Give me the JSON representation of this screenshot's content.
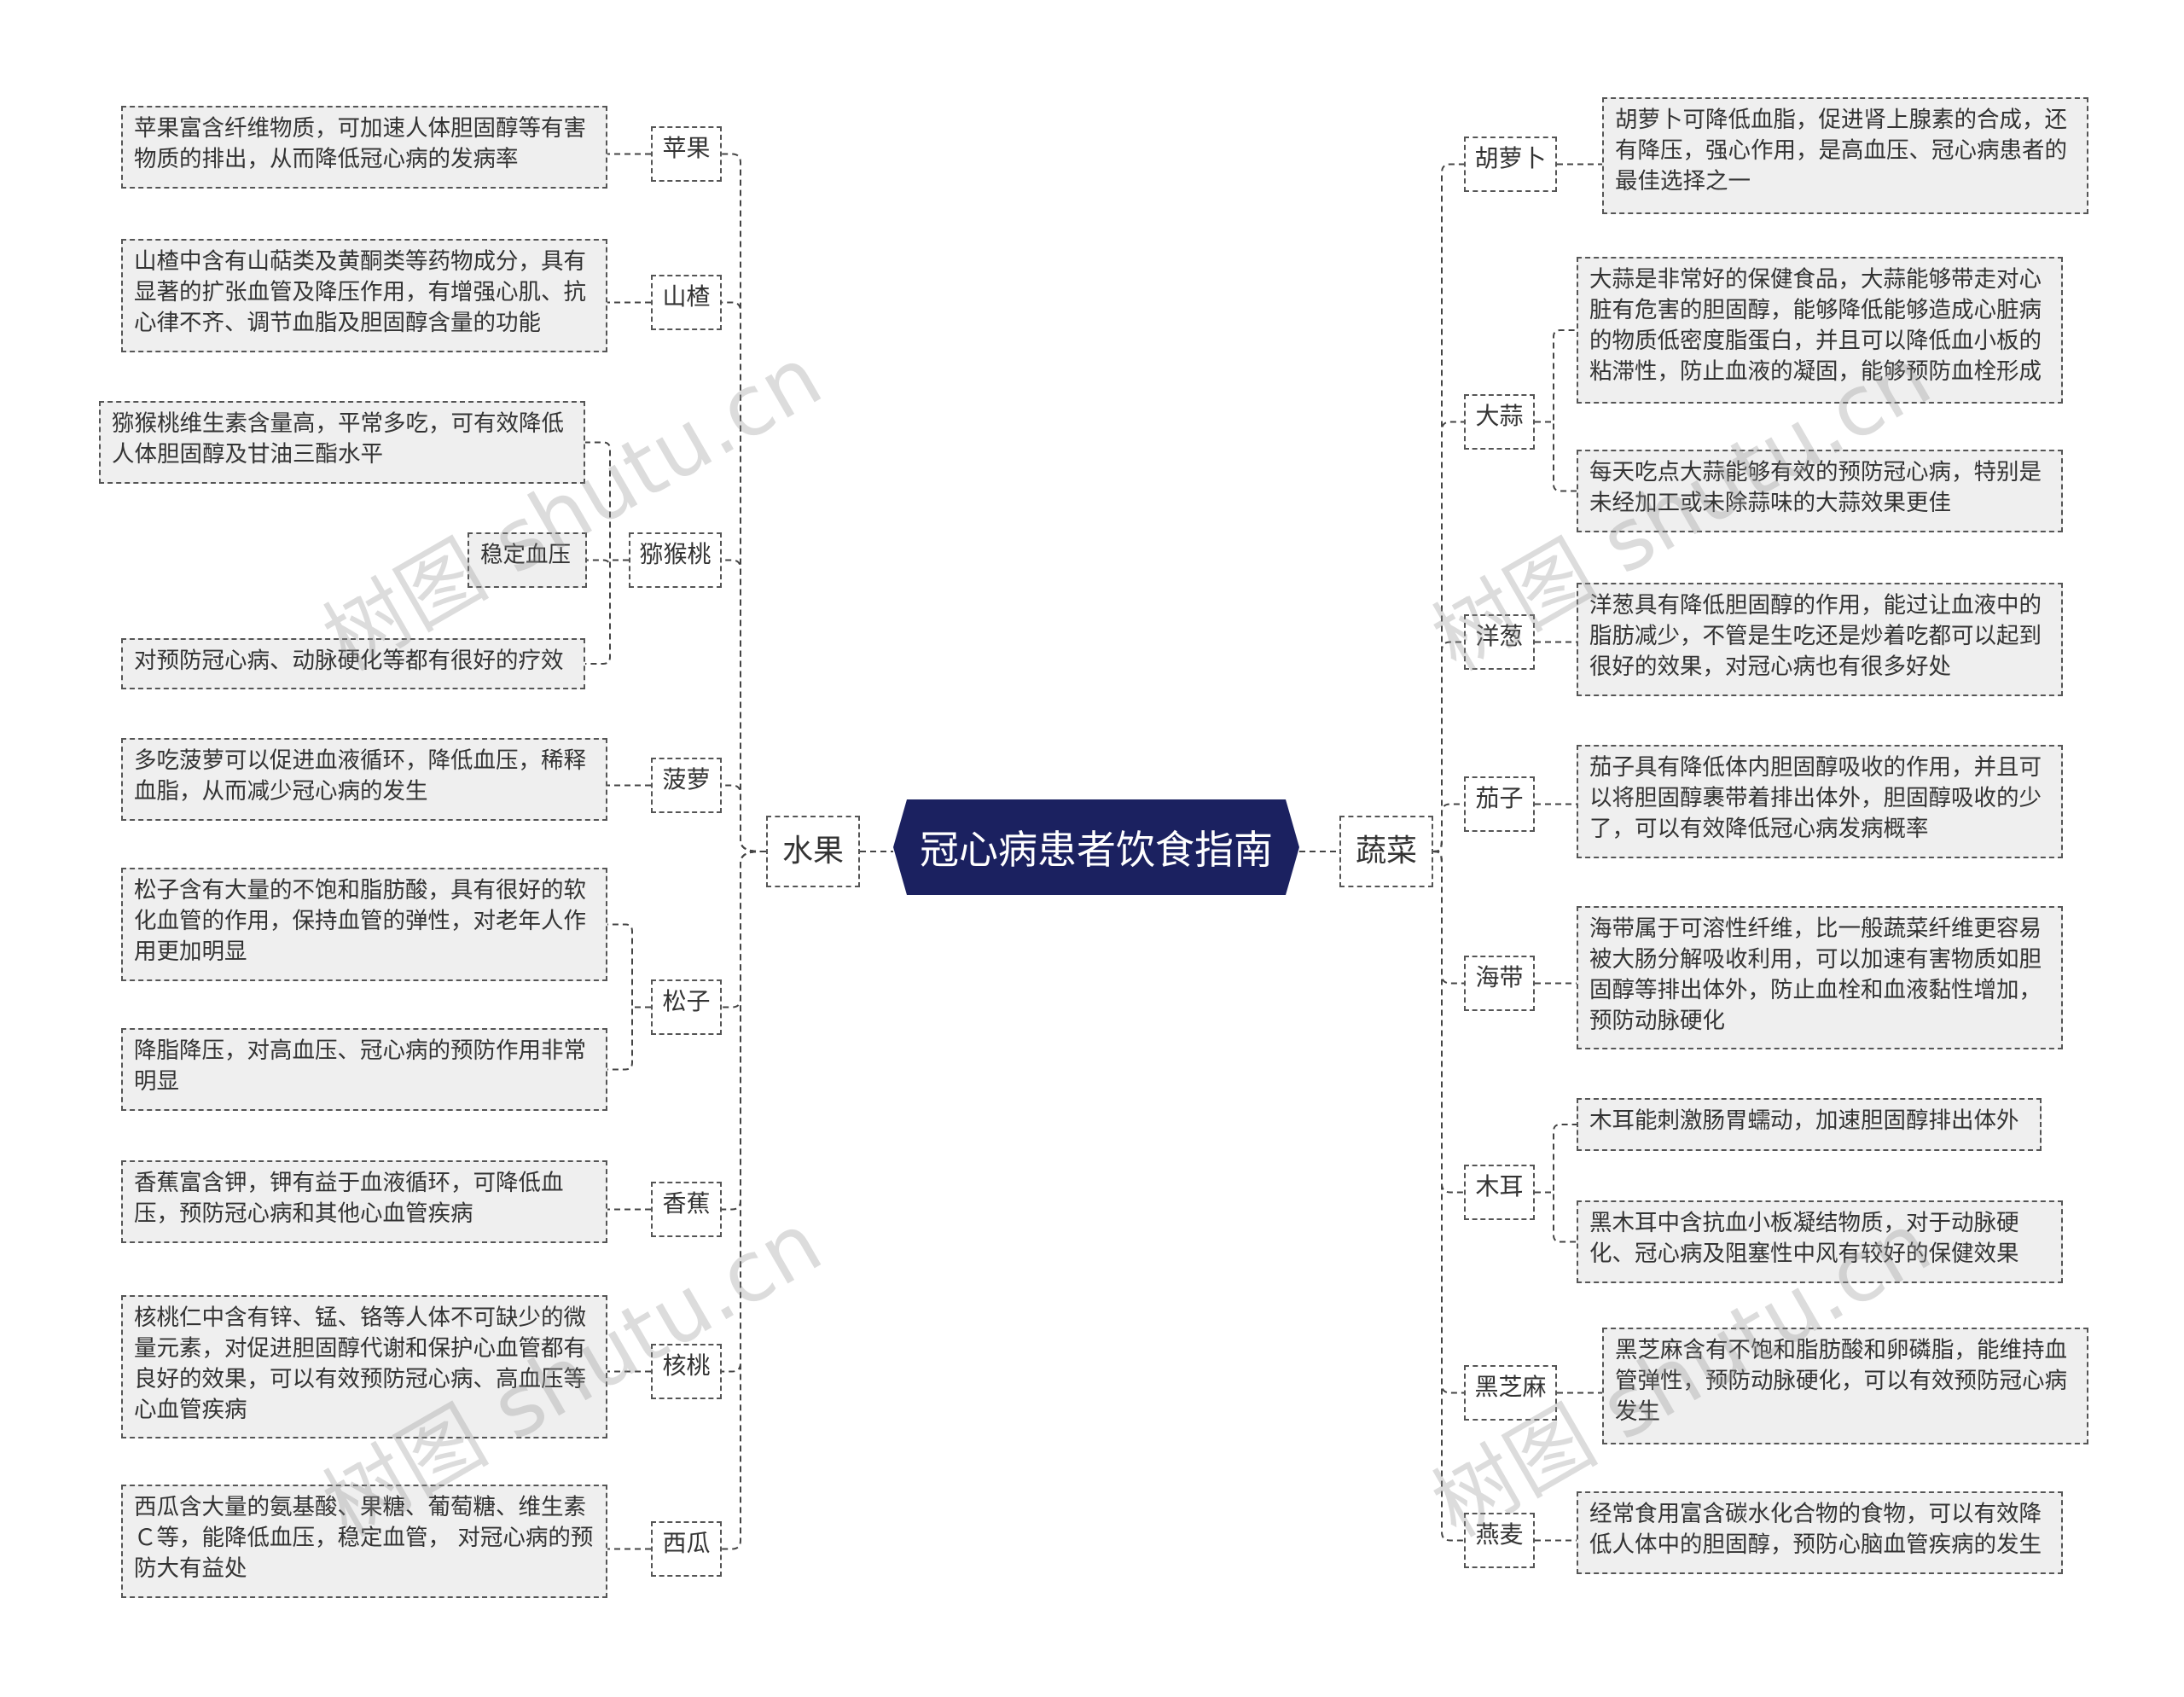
{
  "root": {
    "title": "冠心病患者饮食指南"
  },
  "watermark": "树图 shutu.cn",
  "colors": {
    "root_fill": "#1b2160",
    "node_border": "#555555",
    "leaf_fill": "#efefef"
  },
  "fruit": {
    "label": "水果",
    "items": [
      {
        "label": "苹果",
        "details": [
          "苹果富含纤维物质，可加速人体胆固醇等有害物质的排出，从而降低冠心病的发病率"
        ]
      },
      {
        "label": "山楂",
        "details": [
          "山楂中含有山萜类及黄酮类等药物成分，具有显著的扩张血管及降压作用，有增强心肌、抗心律不齐、调节血脂及胆固醇含量的功能"
        ]
      },
      {
        "label": "猕猴桃",
        "details": [
          "猕猴桃维生素含量高，平常多吃，可有效降低人体胆固醇及甘油三酯水平",
          "稳定血压",
          "对预防冠心病、动脉硬化等都有很好的疗效"
        ]
      },
      {
        "label": "菠萝",
        "details": [
          "多吃菠萝可以促进血液循环，降低血压，稀释血脂，从而减少冠心病的发生"
        ]
      },
      {
        "label": "松子",
        "details": [
          "松子含有大量的不饱和脂肪酸，具有很好的软化血管的作用，保持血管的弹性，对老年人作用更加明显",
          "降脂降压，对高血压、冠心病的预防作用非常明显"
        ]
      },
      {
        "label": "香蕉",
        "details": [
          "香蕉富含钾，钾有益于血液循环，可降低血压，预防冠心病和其他心血管疾病"
        ]
      },
      {
        "label": "核桃",
        "details": [
          "核桃仁中含有锌、锰、铬等人体不可缺少的微量元素，对促进胆固醇代谢和保护心血管都有良好的效果，可以有效预防冠心病、高血压等心血管疾病"
        ]
      },
      {
        "label": "西瓜",
        "details": [
          "西瓜含大量的氨基酸、果糖、葡萄糖、维生素Ｃ等，能降低血压，稳定血管， 对冠心病的预防大有益处"
        ]
      }
    ]
  },
  "vegetable": {
    "label": "蔬菜",
    "items": [
      {
        "label": "胡萝卜",
        "details": [
          "胡萝卜可降低血脂，促进肾上腺素的合成，还有降压，强心作用，是高血压、冠心病患者的最佳选择之一"
        ]
      },
      {
        "label": "大蒜",
        "details": [
          "大蒜是非常好的保健食品，大蒜能够带走对心脏有危害的胆固醇，能够降低能够造成心脏病的物质低密度脂蛋白，并且可以降低血小板的粘滞性，防止血液的凝固，能够预防血栓形成",
          "每天吃点大蒜能够有效的预防冠心病，特别是未经加工或未除蒜味的大蒜效果更佳"
        ]
      },
      {
        "label": "洋葱",
        "details": [
          "洋葱具有降低胆固醇的作用，能过让血液中的脂肪减少，不管是生吃还是炒着吃都可以起到很好的效果，对冠心病也有很多好处"
        ]
      },
      {
        "label": "茄子",
        "details": [
          "茄子具有降低体内胆固醇吸收的作用，并且可以将胆固醇裹带着排出体外，胆固醇吸收的少了，可以有效降低冠心病发病概率"
        ]
      },
      {
        "label": "海带",
        "details": [
          "海带属于可溶性纤维，比一般蔬菜纤维更容易被大肠分解吸收利用，可以加速有害物质如胆固醇等排出体外，防止血栓和血液黏性增加，预防动脉硬化"
        ]
      },
      {
        "label": "木耳",
        "details": [
          "木耳能刺激肠胃蠕动，加速胆固醇排出体外",
          "黑木耳中含抗血小板凝结物质，对于动脉硬化、冠心病及阻塞性中风有较好的保健效果"
        ]
      },
      {
        "label": "黑芝麻",
        "details": [
          "黑芝麻含有不饱和脂肪酸和卵磷脂，能维持血管弹性，预防动脉硬化，可以有效预防冠心病发生"
        ]
      },
      {
        "label": "燕麦",
        "details": [
          "经常食用富含碳水化合物的食物，可以有效降低人体中的胆固醇，预防心脑血管疾病的发生"
        ]
      }
    ]
  }
}
